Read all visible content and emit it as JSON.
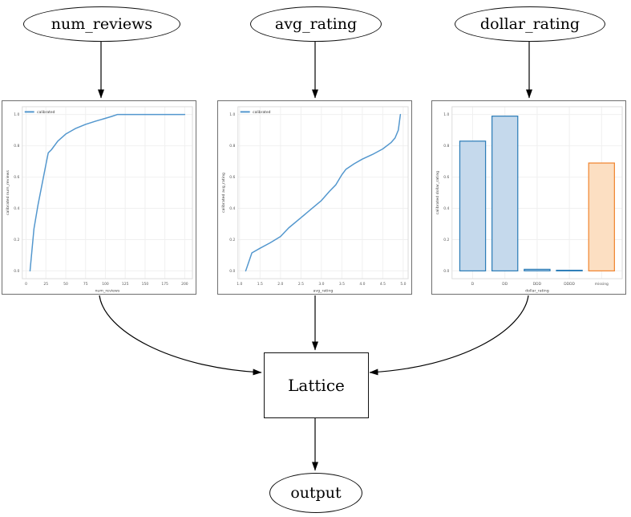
{
  "diagram": {
    "nodes": {
      "num_reviews": "num_reviews",
      "avg_rating": "avg_rating",
      "dollar_rating": "dollar_rating",
      "lattice": "Lattice",
      "output": "output"
    },
    "edges": [
      {
        "from": "num_reviews",
        "to": "calibrator-num_reviews"
      },
      {
        "from": "avg_rating",
        "to": "calibrator-avg_rating"
      },
      {
        "from": "dollar_rating",
        "to": "calibrator-dollar_rating"
      },
      {
        "from": "calibrator-num_reviews",
        "to": "Lattice"
      },
      {
        "from": "calibrator-avg_rating",
        "to": "Lattice"
      },
      {
        "from": "calibrator-dollar_rating",
        "to": "Lattice"
      },
      {
        "from": "Lattice",
        "to": "output"
      }
    ]
  },
  "style": {
    "line_blue": "#5397ce",
    "bar_blue_fill": "#c5d9ec",
    "bar_blue_edge": "#2e7eb8",
    "bar_orange_fill": "#fcdfc2",
    "bar_orange_edge": "#f08632",
    "grid": "#f0f0f0",
    "frame": "#dcdcdc",
    "tick_text": "#555555",
    "label_text": "#444444",
    "edge_color": "#000000",
    "chart_border": "#6f6f6f"
  },
  "chart_data": [
    {
      "type": "line",
      "legend": "calibrated",
      "legend_position": "upper left",
      "xlabel": "num_reviews",
      "ylabel": "calibrated num_reviews",
      "grid": true,
      "xlim": [
        -4.75,
        209.75
      ],
      "ylim": [
        -0.05,
        1.05
      ],
      "xticks": {
        "values": [
          0,
          25,
          50,
          75,
          100,
          125,
          150,
          175,
          200
        ],
        "labels": [
          "0",
          "25",
          "50",
          "75",
          "100",
          "125",
          "150",
          "175",
          "200"
        ]
      },
      "yticks": {
        "values": [
          0,
          0.2,
          0.4,
          0.6,
          0.8,
          1.0
        ],
        "labels": [
          "0.0",
          "0.2",
          "0.4",
          "0.6",
          "0.8",
          "1.0"
        ]
      },
      "x": [
        5,
        10,
        15,
        20,
        25,
        28,
        32,
        40,
        50,
        62,
        75,
        88,
        100,
        108,
        115,
        200
      ],
      "y": [
        0.0,
        0.27,
        0.42,
        0.55,
        0.68,
        0.755,
        0.775,
        0.83,
        0.875,
        0.91,
        0.937,
        0.958,
        0.976,
        0.988,
        1.0,
        1.0
      ]
    },
    {
      "type": "line",
      "legend": "calibrated",
      "legend_position": "upper left",
      "xlabel": "avg_rating",
      "ylabel": "calibrated avg_rating",
      "grid": true,
      "xlim": [
        0.96,
        5.12
      ],
      "ylim": [
        -0.05,
        1.05
      ],
      "xticks": {
        "values": [
          1.0,
          1.5,
          2.0,
          2.5,
          3.0,
          3.5,
          4.0,
          4.5,
          5.0
        ],
        "labels": [
          "1.0",
          "1.5",
          "2.0",
          "2.5",
          "3.0",
          "3.5",
          "4.0",
          "4.5",
          "5.0"
        ]
      },
      "yticks": {
        "values": [
          0,
          0.2,
          0.4,
          0.6,
          0.8,
          1.0
        ],
        "labels": [
          "0.0",
          "0.2",
          "0.4",
          "0.6",
          "0.8",
          "1.0"
        ]
      },
      "x": [
        1.15,
        1.3,
        1.5,
        1.75,
        2.0,
        2.2,
        2.5,
        2.75,
        3.0,
        3.2,
        3.35,
        3.5,
        3.6,
        3.8,
        4.0,
        4.25,
        4.5,
        4.7,
        4.8,
        4.88,
        4.93
      ],
      "y": [
        0.0,
        0.115,
        0.145,
        0.18,
        0.22,
        0.275,
        0.34,
        0.395,
        0.45,
        0.51,
        0.55,
        0.615,
        0.65,
        0.685,
        0.715,
        0.745,
        0.78,
        0.82,
        0.85,
        0.9,
        1.0
      ]
    },
    {
      "type": "bar",
      "xlabel": "dollar_rating",
      "ylabel": "calibrated dollar_rating",
      "grid": true,
      "categories": [
        "D",
        "DD",
        "DDD",
        "DDDD",
        "missing"
      ],
      "values": [
        0.83,
        0.99,
        0.01,
        0.004,
        0.69
      ],
      "bar_fill": [
        "#c5d9ec",
        "#c5d9ec",
        "#c5d9ec",
        "#c5d9ec",
        "#fcdfc2"
      ],
      "bar_edge": [
        "#2e7eb8",
        "#2e7eb8",
        "#2e7eb8",
        "#2e7eb8",
        "#f08632"
      ],
      "xlim": [
        -0.64,
        4.64
      ],
      "ylim": [
        -0.05,
        1.05
      ],
      "yticks": {
        "values": [
          0,
          0.2,
          0.4,
          0.6,
          0.8,
          1.0
        ],
        "labels": [
          "0.0",
          "0.2",
          "0.4",
          "0.6",
          "0.8",
          "1.0"
        ]
      }
    }
  ]
}
